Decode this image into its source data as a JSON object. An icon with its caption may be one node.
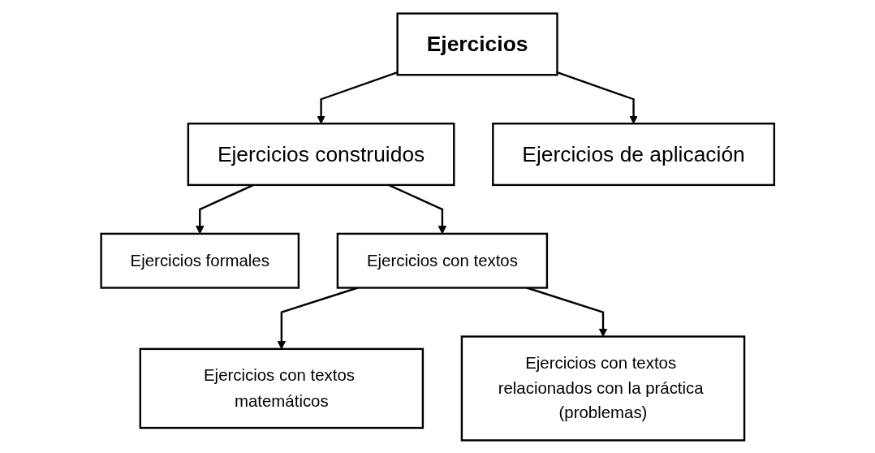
{
  "diagram": {
    "nodes": [
      {
        "text": [
          "Ejercicios"
        ]
      },
      {
        "text": [
          "Ejercicios construidos"
        ]
      },
      {
        "text": [
          "Ejercicios de aplicación"
        ]
      },
      {
        "text": [
          "Ejercicios formales"
        ]
      },
      {
        "text": [
          "Ejercicios con textos"
        ]
      },
      {
        "text": [
          "Ejercicios con textos matemáticos"
        ]
      },
      {
        "text": [
          "Ejercicios con textos relacionados con la práctica (problemas)"
        ]
      }
    ],
    "edges": [
      {
        "from": 0,
        "to": 1,
        "arrow": "to"
      },
      {
        "from": 0,
        "to": 2,
        "arrow": "to"
      },
      {
        "from": 1,
        "to": 3,
        "arrow": "to"
      },
      {
        "from": 1,
        "to": 4,
        "arrow": "to"
      },
      {
        "from": 4,
        "to": 5,
        "arrow": "to"
      },
      {
        "from": 4,
        "to": 6,
        "arrow": "to"
      }
    ]
  }
}
